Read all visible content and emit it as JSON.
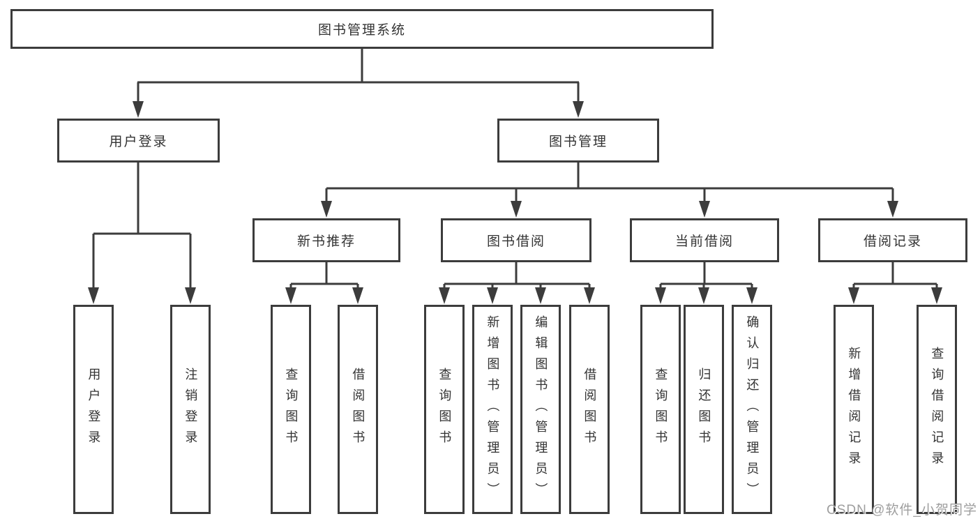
{
  "diagram": {
    "root": "图书管理系统",
    "branches": [
      {
        "label": "用户登录",
        "children": [
          "用户登录",
          "注销登录"
        ]
      },
      {
        "label": "图书管理",
        "sections": [
          {
            "label": "新书推荐",
            "children": [
              "查询图书",
              "借阅图书"
            ]
          },
          {
            "label": "图书借阅",
            "children": [
              "查询图书",
              "新增图书（管理员）",
              "编辑图书（管理员）",
              "借阅图书"
            ]
          },
          {
            "label": "当前借阅",
            "children": [
              "查询图书",
              "归还图书",
              "确认归还（管理员）"
            ]
          },
          {
            "label": "借阅记录",
            "children": [
              "新增借阅记录",
              "查询借阅记录"
            ]
          }
        ]
      }
    ]
  },
  "watermark": "CSDN @软件_小贺同学",
  "colors": {
    "line": "#3c3c3c",
    "text": "#333333",
    "background": "#ffffff",
    "watermark": "#9e9e9e"
  }
}
